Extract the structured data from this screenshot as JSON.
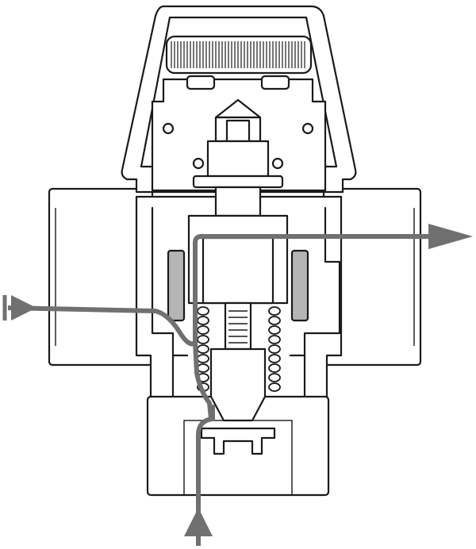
{
  "diagram": {
    "kind": "cutaway",
    "subject": "thermostatic-mixing-valve",
    "colors": {
      "outline": "#1a1a1a",
      "flow": "#707070",
      "background": "#ffffff"
    },
    "flows": [
      {
        "id": "inlet-left",
        "direction": "in",
        "side": "left"
      },
      {
        "id": "inlet-bottom",
        "direction": "in",
        "side": "bottom"
      },
      {
        "id": "outlet-right",
        "direction": "out",
        "side": "right"
      }
    ]
  }
}
